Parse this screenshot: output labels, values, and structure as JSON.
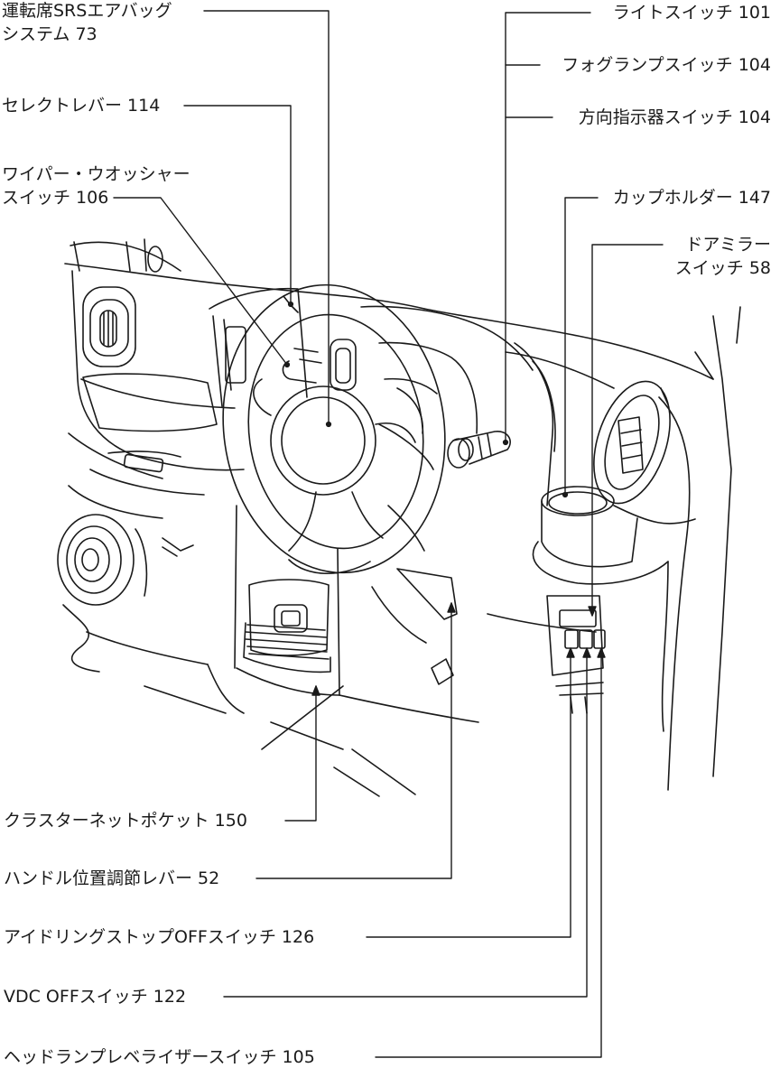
{
  "callouts": {
    "airbag": {
      "line1": "運転席SRSエアバッグ",
      "line2": "システム 73"
    },
    "select_lever": "セレクトレバー 114",
    "wiper_washer": {
      "line1": "ワイパー・ウオッシャー",
      "line2": "スイッチ 106"
    },
    "light_switch": "ライトスイッチ 101",
    "fog_switch": "フォグランプスイッチ 104",
    "turn_signal": "方向指示器スイッチ 104",
    "cup_holder": "カップホルダー 147",
    "door_mirror": {
      "line1": "ドアミラー",
      "line2": "スイッチ 58"
    },
    "cluster_pocket": "クラスターネットポケット 150",
    "tilt_lever": "ハンドル位置調節レバー 52",
    "idling_stop_off": "アイドリングストップOFFスイッチ 126",
    "vdc_off": "VDC OFFスイッチ 122",
    "headlamp_leveler": "ヘッドランプレベライザースイッチ 105"
  }
}
